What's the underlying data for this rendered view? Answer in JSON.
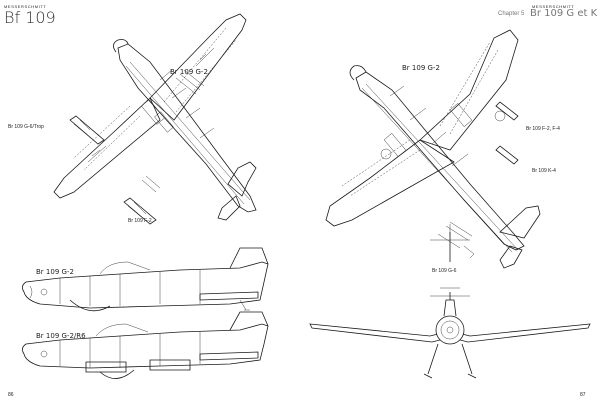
{
  "left_page": {
    "header_small": "MESSERSCHMITT",
    "header_title": "Bf 109",
    "page_number": "86",
    "labels": {
      "top_view_g2": "Br 109 G-2",
      "g6_trop": "Br 109 G-6/Trop",
      "f2": "Br 109 F-2",
      "side_g2": "Br 109 G-2",
      "side_g2_r6": "Br 109 G-2/R6"
    }
  },
  "right_page": {
    "header_small": "MESSERSCHMITT",
    "header_chapter": "Chapter 5",
    "header_title": "Br 109 G et K",
    "page_number": "87",
    "labels": {
      "under_view_g2": "Br 109 G-2",
      "f2_f4": "Br 109 F-2, F-4",
      "k4": "Br 109 K-4",
      "g6": "Br 109 G-6"
    }
  }
}
